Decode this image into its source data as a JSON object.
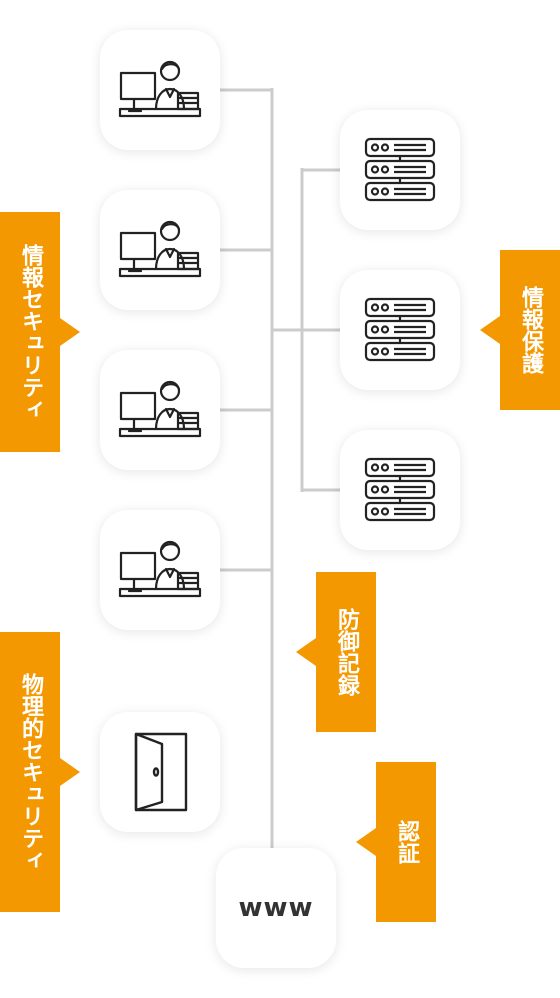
{
  "colors": {
    "accent": "#f39800",
    "line": "#cccccc",
    "icon": "#222222"
  },
  "labels": {
    "info_security": "情報セキュリティ",
    "info_protection": "情報保護",
    "defense_log": "防御記録",
    "physical_security": "物理的セキュリティ",
    "authentication": "認証"
  },
  "nodes": {
    "workstations": [
      "operator-at-computer-icon",
      "operator-at-computer-icon",
      "operator-at-computer-icon",
      "operator-at-computer-icon"
    ],
    "servers": [
      "server-rack-icon",
      "server-rack-icon",
      "server-rack-icon"
    ],
    "door": "door-icon",
    "www_text": "www"
  }
}
